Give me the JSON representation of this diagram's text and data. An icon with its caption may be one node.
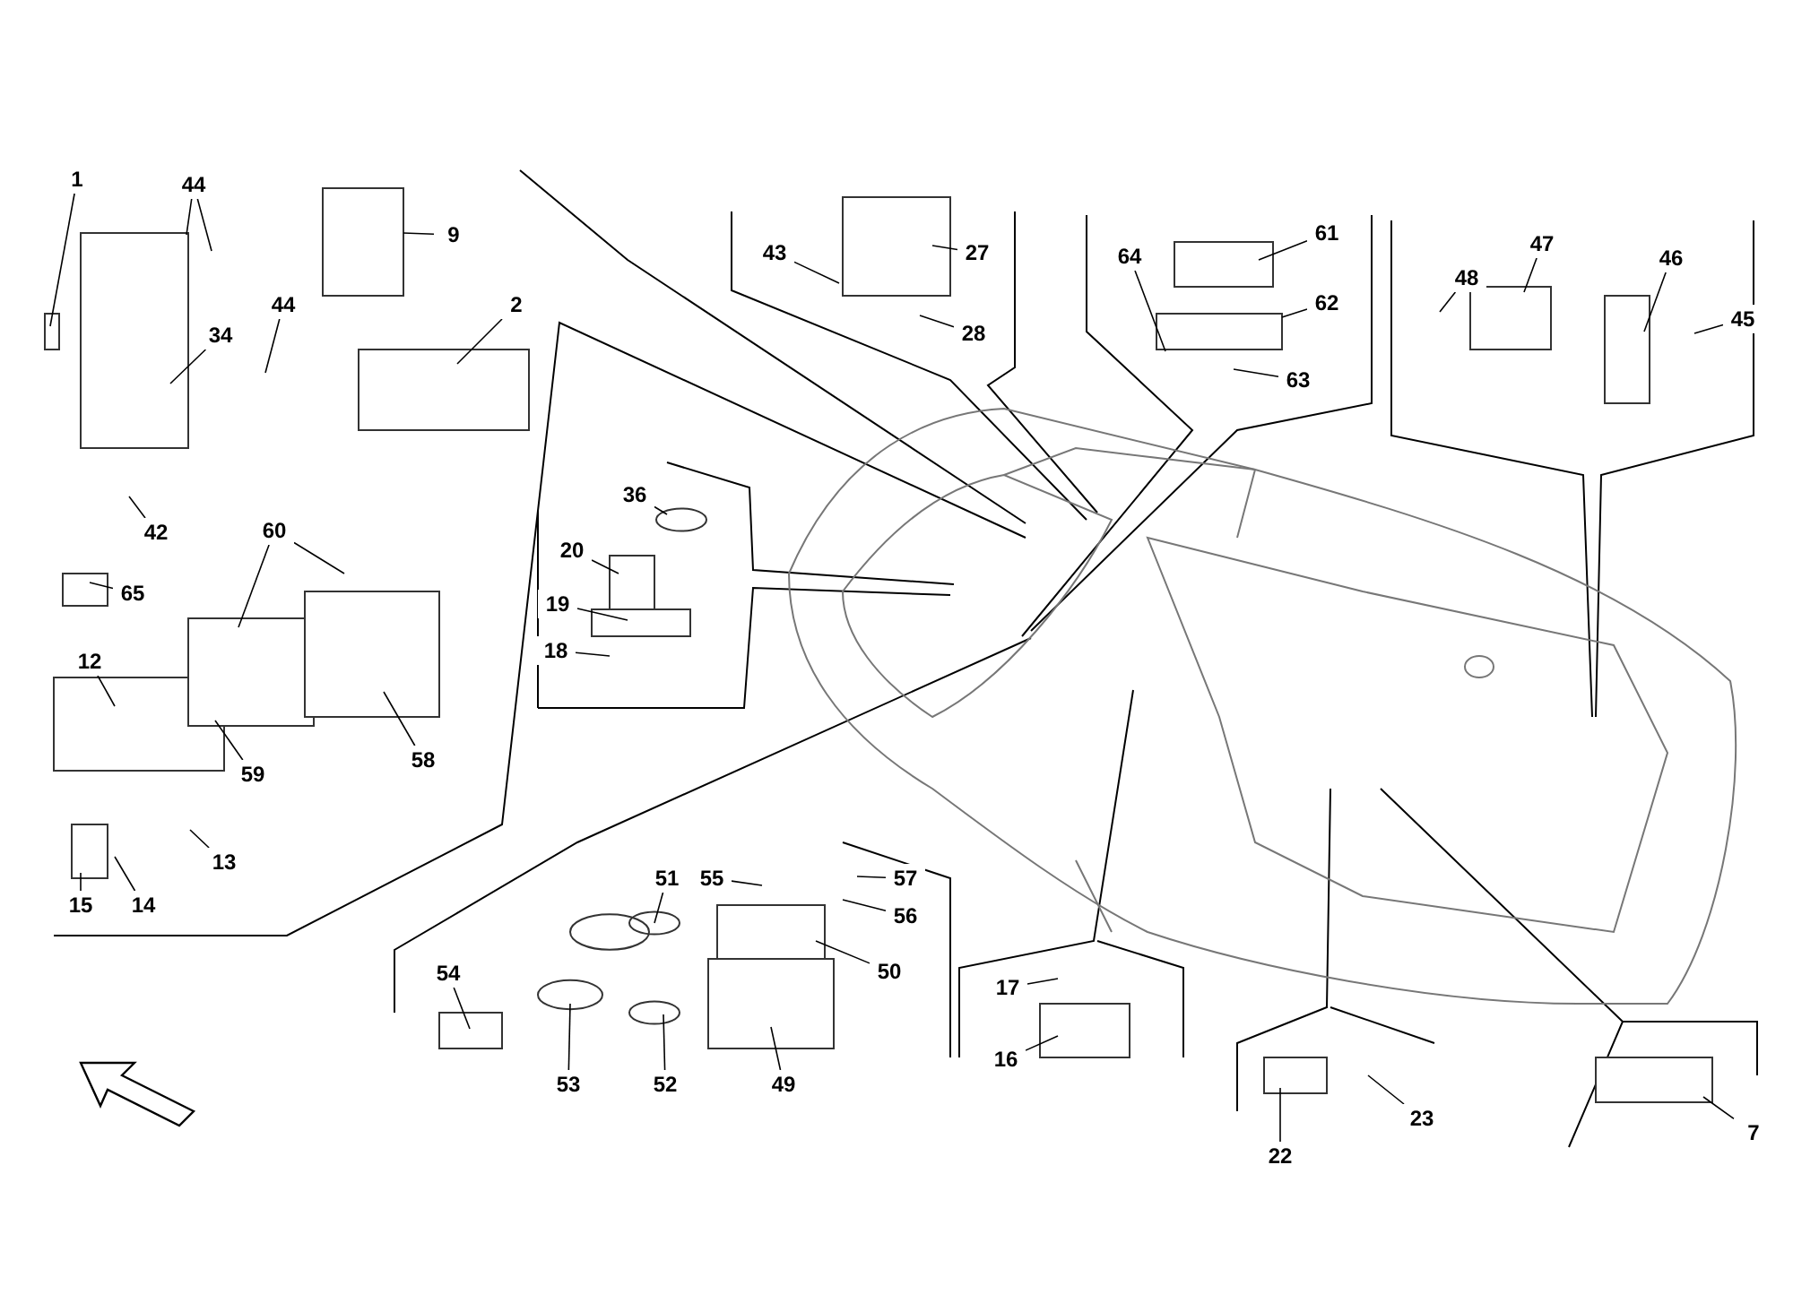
{
  "diagram": {
    "nodes": [
      {
        "text": [
          "1"
        ]
      },
      {
        "text": [
          "44"
        ]
      },
      {
        "text": [
          "9"
        ]
      },
      {
        "text": [
          "44"
        ]
      },
      {
        "text": [
          "2"
        ]
      },
      {
        "text": [
          "34"
        ]
      },
      {
        "text": [
          "42"
        ]
      },
      {
        "text": [
          "60"
        ]
      },
      {
        "text": [
          "65"
        ]
      },
      {
        "text": [
          "12"
        ]
      },
      {
        "text": [
          "59"
        ]
      },
      {
        "text": [
          "58"
        ]
      },
      {
        "text": [
          "13"
        ]
      },
      {
        "text": [
          "15"
        ]
      },
      {
        "text": [
          "14"
        ]
      },
      {
        "text": [
          "36"
        ]
      },
      {
        "text": [
          "20"
        ]
      },
      {
        "text": [
          "19"
        ]
      },
      {
        "text": [
          "18"
        ]
      },
      {
        "text": [
          "43"
        ]
      },
      {
        "text": [
          "27"
        ]
      },
      {
        "text": [
          "28"
        ]
      },
      {
        "text": [
          "64"
        ]
      },
      {
        "text": [
          "61"
        ]
      },
      {
        "text": [
          "62"
        ]
      },
      {
        "text": [
          "63"
        ]
      },
      {
        "text": [
          "47"
        ]
      },
      {
        "text": [
          "48"
        ]
      },
      {
        "text": [
          "46"
        ]
      },
      {
        "text": [
          "45"
        ]
      },
      {
        "text": [
          "55"
        ]
      },
      {
        "text": [
          "57"
        ]
      },
      {
        "text": [
          "56"
        ]
      },
      {
        "text": [
          "51"
        ]
      },
      {
        "text": [
          "50"
        ]
      },
      {
        "text": [
          "54"
        ]
      },
      {
        "text": [
          "49"
        ]
      },
      {
        "text": [
          "53"
        ]
      },
      {
        "text": [
          "52"
        ]
      },
      {
        "text": [
          "17"
        ]
      },
      {
        "text": [
          "16"
        ]
      },
      {
        "text": [
          "22"
        ]
      },
      {
        "text": [
          "23"
        ]
      },
      {
        "text": [
          "7"
        ]
      }
    ],
    "edges": [
      {
        "from": 0,
        "to": null,
        "arrow": "none"
      },
      {
        "from": 1,
        "to": null,
        "arrow": "none"
      },
      {
        "from": 1,
        "to": null,
        "arrow": "none"
      },
      {
        "from": 2,
        "to": null,
        "arrow": "none"
      },
      {
        "from": 3,
        "to": null,
        "arrow": "none"
      },
      {
        "from": 4,
        "to": null,
        "arrow": "none"
      },
      {
        "from": 5,
        "to": null,
        "arrow": "none"
      },
      {
        "from": 6,
        "to": null,
        "arrow": "none"
      },
      {
        "from": 7,
        "to": null,
        "arrow": "none"
      },
      {
        "from": 7,
        "to": null,
        "arrow": "none"
      },
      {
        "from": 8,
        "to": null,
        "arrow": "none"
      },
      {
        "from": 9,
        "to": null,
        "arrow": "none"
      },
      {
        "from": 10,
        "to": null,
        "arrow": "none"
      },
      {
        "from": 11,
        "to": null,
        "arrow": "none"
      },
      {
        "from": 12,
        "to": null,
        "arrow": "none"
      },
      {
        "from": 13,
        "to": null,
        "arrow": "none"
      },
      {
        "from": 14,
        "to": null,
        "arrow": "none"
      },
      {
        "from": 15,
        "to": null,
        "arrow": "none"
      },
      {
        "from": 16,
        "to": null,
        "arrow": "none"
      },
      {
        "from": 17,
        "to": null,
        "arrow": "none"
      },
      {
        "from": 18,
        "to": null,
        "arrow": "none"
      },
      {
        "from": 19,
        "to": null,
        "arrow": "none"
      },
      {
        "from": 20,
        "to": null,
        "arrow": "none"
      },
      {
        "from": 21,
        "to": null,
        "arrow": "none"
      },
      {
        "from": 22,
        "to": null,
        "arrow": "none"
      },
      {
        "from": 23,
        "to": null,
        "arrow": "none"
      },
      {
        "from": 24,
        "to": null,
        "arrow": "none"
      },
      {
        "from": 25,
        "to": null,
        "arrow": "none"
      },
      {
        "from": 26,
        "to": null,
        "arrow": "none"
      },
      {
        "from": 27,
        "to": null,
        "arrow": "none"
      },
      {
        "from": 28,
        "to": null,
        "arrow": "none"
      },
      {
        "from": 29,
        "to": null,
        "arrow": "none"
      },
      {
        "from": 30,
        "to": null,
        "arrow": "none"
      },
      {
        "from": 31,
        "to": null,
        "arrow": "none"
      },
      {
        "from": 32,
        "to": null,
        "arrow": "none"
      },
      {
        "from": 33,
        "to": null,
        "arrow": "none"
      },
      {
        "from": 34,
        "to": null,
        "arrow": "none"
      },
      {
        "from": 35,
        "to": null,
        "arrow": "none"
      },
      {
        "from": 36,
        "to": null,
        "arrow": "none"
      },
      {
        "from": 37,
        "to": null,
        "arrow": "none"
      },
      {
        "from": 38,
        "to": null,
        "arrow": "none"
      },
      {
        "from": 39,
        "to": null,
        "arrow": "none"
      },
      {
        "from": 40,
        "to": null,
        "arrow": "none"
      },
      {
        "from": 41,
        "to": null,
        "arrow": "none"
      },
      {
        "from": 42,
        "to": null,
        "arrow": "none"
      },
      {
        "from": 43,
        "to": null,
        "arrow": "none"
      }
    ]
  }
}
